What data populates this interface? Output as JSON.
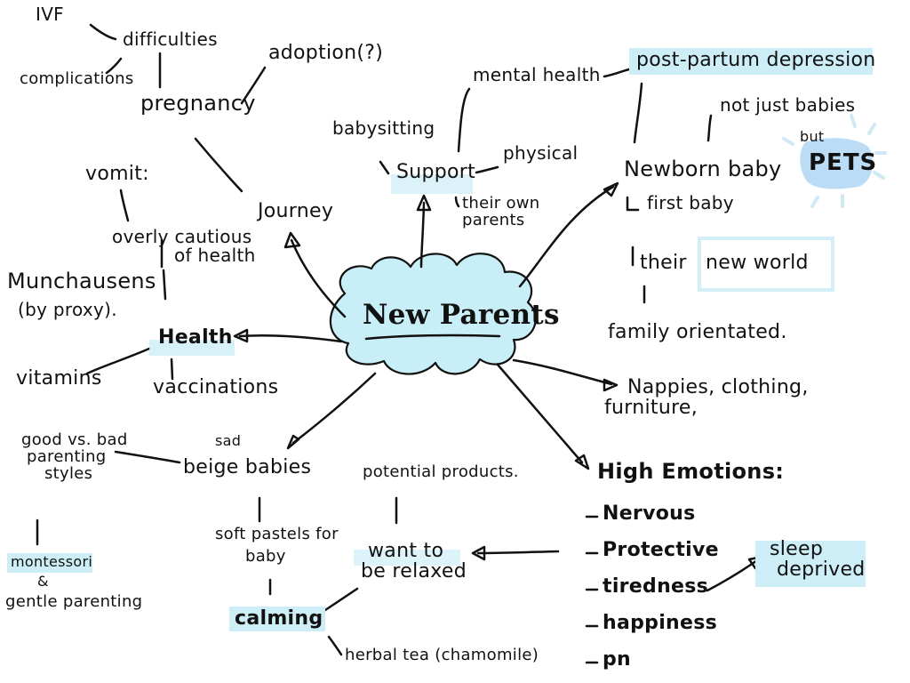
{
  "colors": {
    "ink": "#111111",
    "highlight": "#cdeef6",
    "cloud_fill": "#c8eef7",
    "pets_fill": "#bcdcf6"
  },
  "center": "New Parents",
  "nodes": {
    "ivf": "IVF",
    "difficulties": "difficulties",
    "complications": "complications",
    "adoption": "adoption(?)",
    "pregnancy": "pregnancy",
    "vomit": "vomit:",
    "journey": "Journey",
    "overly_cautious": [
      "overly cautious",
      "of health"
    ],
    "munchausens": "Munchausens",
    "by_proxy": "(by proxy).",
    "health": "Health",
    "vitamins": "vitamins",
    "vaccinations": "vaccinations",
    "babysitting": "babysitting",
    "mental_health": "mental health",
    "support": "Support",
    "physical": "physical",
    "their_own_parents": [
      "their own",
      "parents"
    ],
    "post_partum": "post-partum depression",
    "not_just_babies": "not just babies",
    "but": "but",
    "pets": "PETS",
    "newborn_baby": "Newborn baby",
    "first_baby": "first baby",
    "their_new_world_1": "their",
    "their_new_world_2": "new world",
    "family_orientated": "family orientated.",
    "nappies": [
      "Nappies, clothing,",
      "furniture,"
    ],
    "good_vs_bad": [
      "good vs. bad",
      "parenting",
      "styles"
    ],
    "sad": "sad",
    "beige_babies": "beige babies",
    "montessori": "montessori",
    "amp": "&",
    "gentle_parenting": "gentle parenting",
    "soft_pastels": [
      "soft pastels for",
      "baby"
    ],
    "calming": "calming",
    "potential_products": "potential products.",
    "want_to_be_relaxed": [
      "want to",
      "be relaxed"
    ],
    "herbal_tea": "herbal tea (chamomile)",
    "high_emotions": "High Emotions:",
    "emotions": [
      "Nervous",
      "Protective",
      "tiredness",
      "happiness",
      "pn"
    ],
    "sleep_deprived": [
      "sleep",
      "deprived"
    ]
  }
}
